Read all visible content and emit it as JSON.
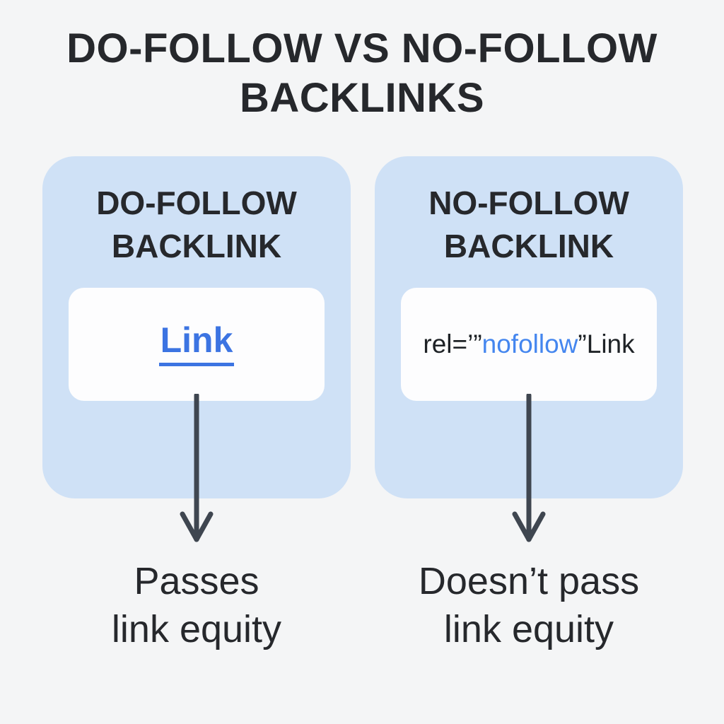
{
  "title": "DO-FOLLOW VS NO-FOLLOW\nBACKLINKS",
  "colors": {
    "page_background": "#f4f5f6",
    "card_background": "#cfe1f6",
    "box_background": "#fdfdfe",
    "text_dark": "#26282c",
    "link_blue": "#3c74e2",
    "code_blue": "#4486ef",
    "arrow_dark": "#3f4650"
  },
  "cards": [
    {
      "heading": "DO-FOLLOW\nBACKLINK",
      "box": {
        "type": "link",
        "label": "Link"
      },
      "result": "Passes\nlink equity"
    },
    {
      "heading": "NO-FOLLOW\nBACKLINK",
      "box": {
        "type": "code",
        "prefix": "rel=’”",
        "highlight": "nofollow",
        "suffix": "”Link"
      },
      "result": "Doesn’t pass\nlink equity"
    }
  ]
}
